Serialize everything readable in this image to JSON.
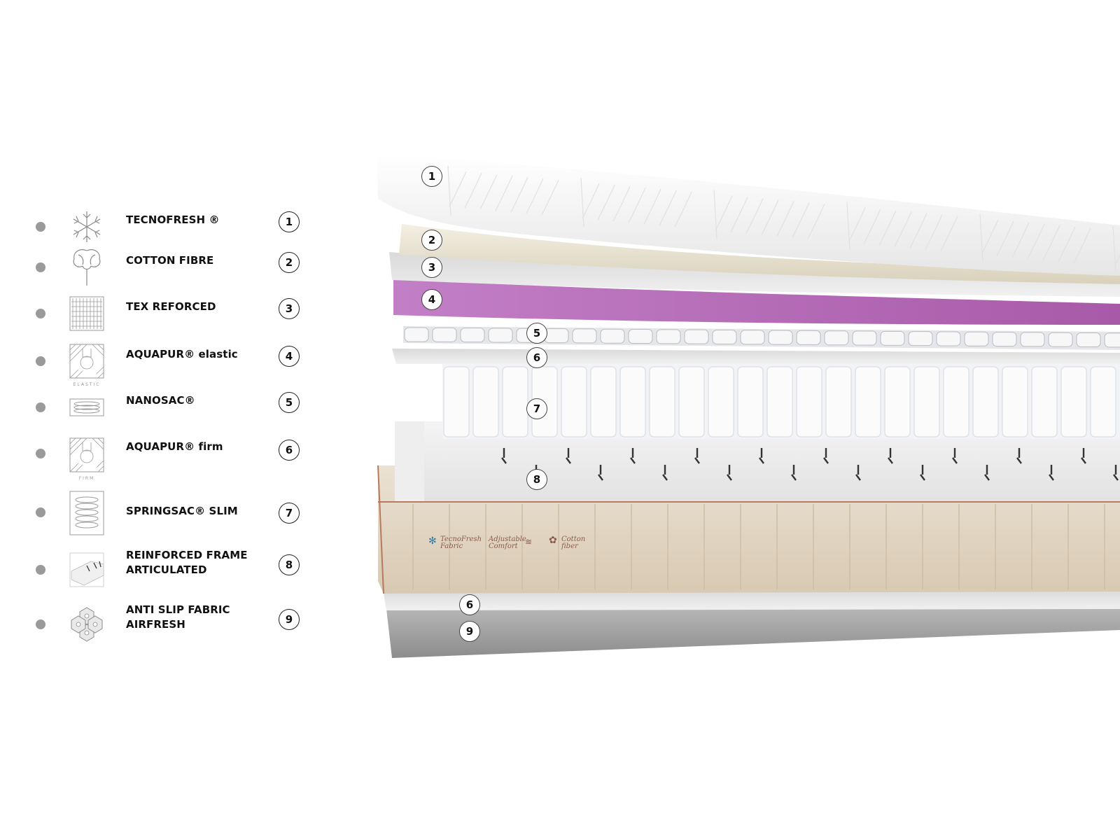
{
  "legend": [
    {
      "number": "1",
      "label_lines": [
        "TECNOFRESH ®"
      ],
      "icon": "snowflake-icon"
    },
    {
      "number": "2",
      "label_lines": [
        "COTTON FIBRE"
      ],
      "icon": "cotton-flower-icon"
    },
    {
      "number": "3",
      "label_lines": [
        "TEX REFORCED"
      ],
      "icon": "woven-fabric-icon"
    },
    {
      "number": "4",
      "label_lines": [
        "AQUAPUR® elastic"
      ],
      "icon": "aquapur-elastic-icon"
    },
    {
      "number": "5",
      "label_lines": [
        "NANOSAC®"
      ],
      "icon": "nanosac-coil-icon"
    },
    {
      "number": "6",
      "label_lines": [
        "AQUAPUR® firm"
      ],
      "icon": "aquapur-firm-icon"
    },
    {
      "number": "7",
      "label_lines": [
        "SPRINGSAC® SLIM"
      ],
      "icon": "spring-coil-icon"
    },
    {
      "number": "8",
      "label_lines": [
        "REINFORCED FRAME",
        "ARTICULATED"
      ],
      "icon": "reinforced-frame-icon"
    },
    {
      "number": "9",
      "label_lines": [
        "ANTI SLIP FABRIC",
        "AIRFRESH"
      ],
      "icon": "anti-slip-pattern-icon"
    }
  ],
  "icon_captions": {
    "elastic": "ELASTIC",
    "firm": "FIRM"
  },
  "diagram_markers": [
    "1",
    "2",
    "3",
    "4",
    "5",
    "6",
    "7",
    "8",
    "6",
    "9"
  ],
  "fabric_labels": {
    "tecnofresh": [
      "TecnoFresh",
      "Fabric"
    ],
    "adjustable": [
      "Adjustable",
      "Comfort"
    ],
    "cotton": [
      "Cotton",
      "fiber"
    ]
  },
  "colors": {
    "legend_dot": "#9a9a9a",
    "aquapur_elastic": "#c27fc6",
    "cotton_fibre": "#e7e1cf",
    "side_fabric": "#e2d5c1",
    "piping": "#b57a5f"
  }
}
